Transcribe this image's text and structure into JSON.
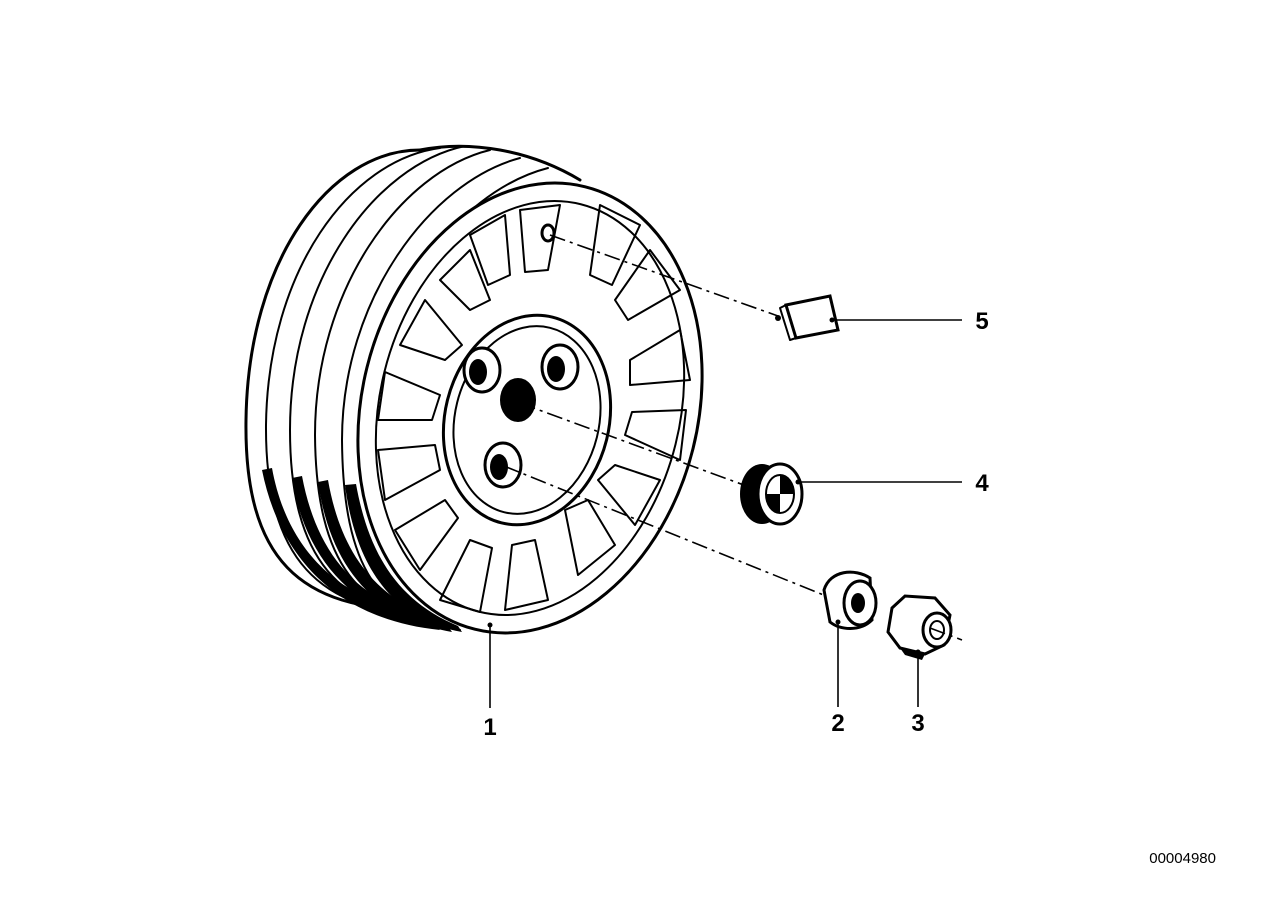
{
  "diagram": {
    "callouts": [
      {
        "id": "1",
        "label": "1"
      },
      {
        "id": "2",
        "label": "2"
      },
      {
        "id": "3",
        "label": "3"
      },
      {
        "id": "4",
        "label": "4"
      },
      {
        "id": "5",
        "label": "5"
      }
    ],
    "document_id": "00004980"
  }
}
